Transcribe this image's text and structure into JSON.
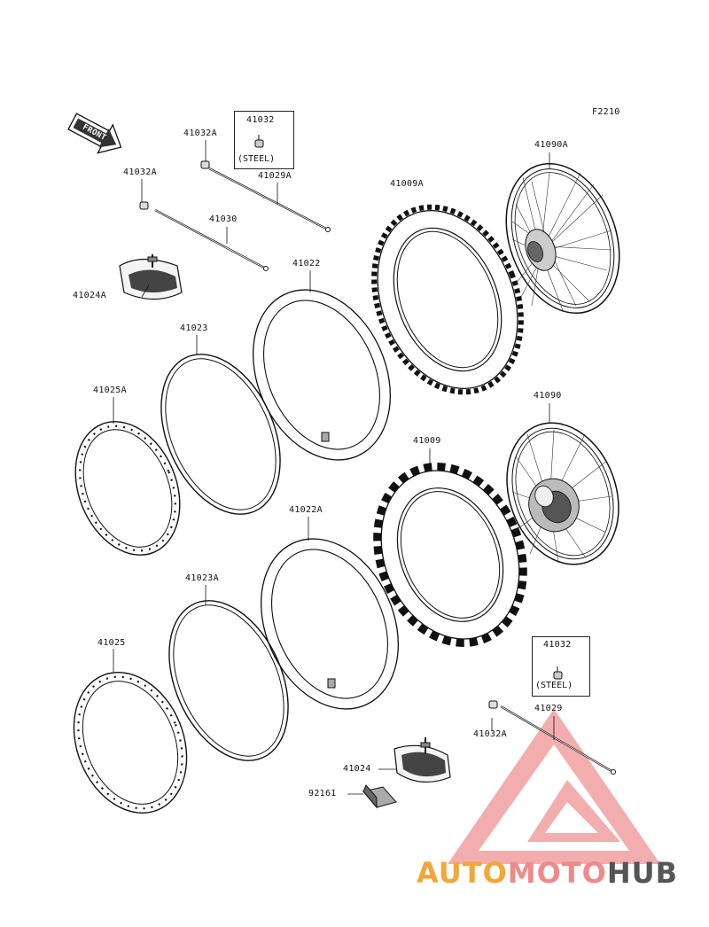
{
  "figure_code": "F2210",
  "front_label": "FRONT",
  "steel_note": "(STEEL)",
  "labels": {
    "p41032_top": "41032",
    "p41032A_top": "41032A",
    "p41029A": "41029A",
    "p41032A_left": "41032A",
    "p41030": "41030",
    "p41024A": "41024A",
    "p41009A": "41009A",
    "p41090A": "41090A",
    "p41022": "41022",
    "p41023": "41023",
    "p41025A": "41025A",
    "p41090": "41090",
    "p41009": "41009",
    "p41022A": "41022A",
    "p41023A": "41023A",
    "p41025": "41025",
    "p41032_bottom": "41032",
    "p41029": "41029",
    "p41032A_bottom": "41032A",
    "p41024": "41024",
    "p92161": "92161"
  },
  "watermark": {
    "part1": "AUTO",
    "part2": "MOTO",
    "part3": "HUB",
    "color1": "#f3a63a",
    "color2": "#f08a8a",
    "color3": "#555555"
  }
}
